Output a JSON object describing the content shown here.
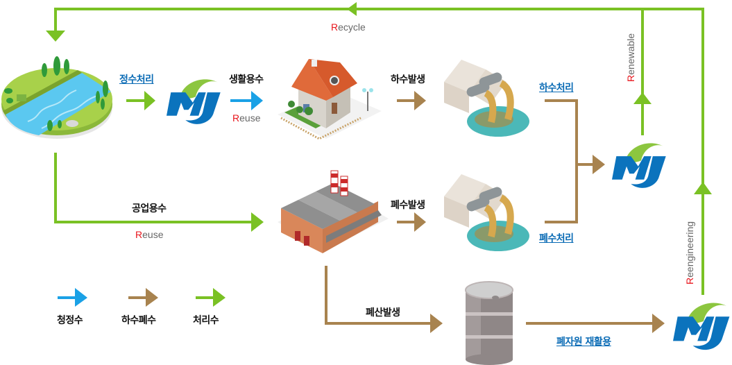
{
  "colors": {
    "clean_water": "#1aa1e6",
    "wastewater": "#a8834f",
    "treated_water": "#7ac124",
    "r_highlight": "#e8141b",
    "link": "#0a6bb5",
    "logo_blue": "#0b73bd",
    "logo_green": "#8cc63f"
  },
  "labels": {
    "water_purification": "정수처리",
    "domestic_water": "생활용수",
    "sewage_generation": "하수발생",
    "sewage_treatment": "하수처리",
    "industrial_water": "공업용수",
    "wastewater_generation": "폐수발생",
    "wastewater_treatment": "폐수처리",
    "waste_acid_generation": "폐산발생",
    "waste_resource_recycling": "폐자원 재활용"
  },
  "r_terms": {
    "recycle": {
      "initial": "R",
      "rest": "ecycle"
    },
    "reuse_domestic": {
      "initial": "R",
      "rest": "euse"
    },
    "reuse_industrial": {
      "initial": "R",
      "rest": "euse"
    },
    "renewable": {
      "initial": "R",
      "rest": "enewable"
    },
    "reengineering": {
      "initial": "R",
      "rest": "eengineering"
    }
  },
  "legend": [
    {
      "label": "청정수",
      "color_key": "clean_water"
    },
    {
      "label": "하수폐수",
      "color_key": "wastewater"
    },
    {
      "label": "처리수",
      "color_key": "treated_water"
    }
  ],
  "nodes": {
    "river": "river-illustration",
    "house": "house-illustration",
    "factory": "factory-illustration",
    "outfall_sewage": "sewage-outfall-illustration",
    "outfall_wastewater": "wastewater-outfall-illustration",
    "drum": "waste-drum-illustration",
    "logo": "MJ"
  }
}
